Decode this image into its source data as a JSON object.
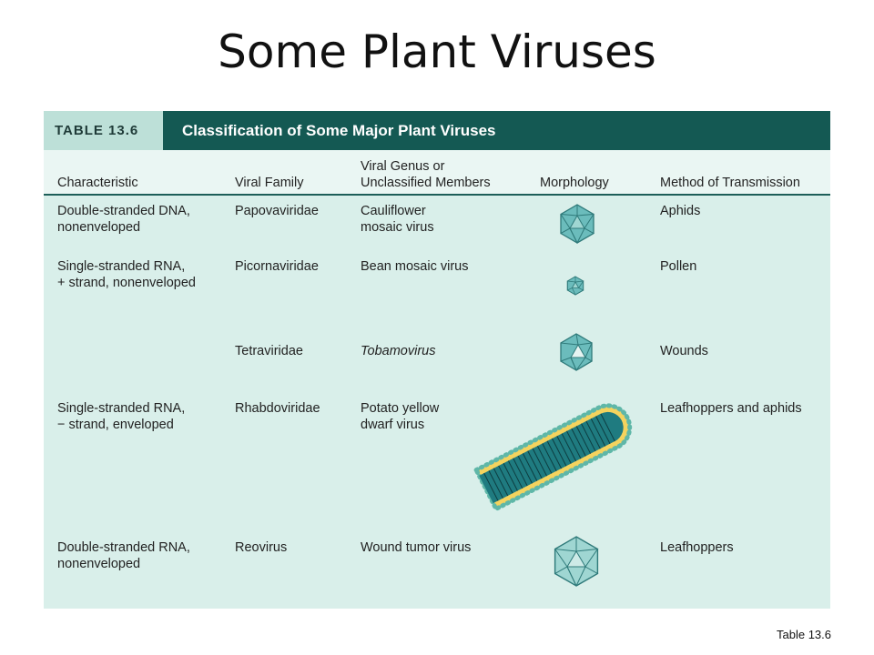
{
  "slide": {
    "title": "Some Plant Viruses",
    "footnote": "Table 13.6"
  },
  "table": {
    "number": "TABLE 13.6",
    "title": "Classification of Some Major Plant Viruses",
    "columns": [
      "Characteristic",
      "Viral Family",
      "Viral Genus or\nUnclassified Members",
      "Morphology",
      "Method of Transmission"
    ],
    "rows": [
      {
        "characteristic": "Double-stranded DNA,\nnonenveloped",
        "family": "Papovaviridae",
        "genus": "Cauliflower\nmosaic virus",
        "morphology_icon": "icosahedral-capsid-icon",
        "transmission": "Aphids"
      },
      {
        "characteristic": "Single-stranded RNA,\n+ strand, nonenveloped",
        "family": "Picornaviridae",
        "genus": "Bean mosaic virus",
        "morphology_icon": "small-icosahedral-capsid-icon",
        "transmission": "Pollen"
      },
      {
        "characteristic": "",
        "family": "Tetraviridae",
        "genus": "Tobamovirus",
        "morphology_icon": "icosahedral-capsid-icon",
        "transmission": "Wounds"
      },
      {
        "characteristic": "Single-stranded RNA,\n− strand, enveloped",
        "family": "Rhabdoviridae",
        "genus": "Potato yellow\ndwarf virus",
        "morphology_icon": "enveloped-bullet-virus-icon",
        "transmission": "Leafhoppers and aphids"
      },
      {
        "characteristic": "Double-stranded RNA,\nnonenveloped",
        "family": "Reovirus",
        "genus": "Wound tumor virus",
        "morphology_icon": "large-icosahedral-capsid-icon",
        "transmission": "Leafhoppers"
      }
    ]
  },
  "colors": {
    "header_dark": "#145953",
    "header_light": "#bde0d8",
    "table_bg": "#d9efea",
    "capsid_fill": "#6bbcbc",
    "envelope_yellow": "#f4d35e",
    "envelope_dots": "#5fb7a8"
  }
}
